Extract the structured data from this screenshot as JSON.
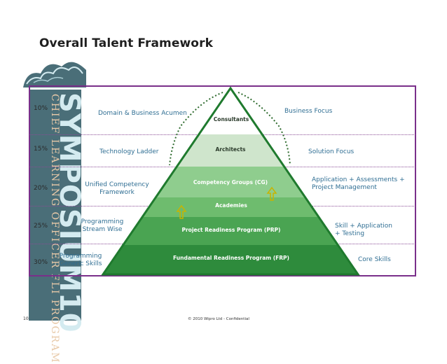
{
  "title": "Overall Talent Framework",
  "side_banner": {
    "small_text": "CHIEF LEARNING OFFICER  FLI PROGRAM",
    "big_text": "SYMPOSIUM10"
  },
  "rows": [
    {
      "percent": "10%",
      "left_label": "Domain & Business Acumen",
      "tier": "Consultants",
      "right_label": "Business Focus"
    },
    {
      "percent": "15%",
      "left_label": "Technology Ladder",
      "tier": "Architects",
      "right_label": "Solution Focus"
    },
    {
      "percent": "20%",
      "left_label": "Unified Competency Framework",
      "tier": "Competency Groups (CG)",
      "right_label": "Application + Assessments + Project Management"
    },
    {
      "percent": "25%",
      "left_label": "Programming Stream Wise",
      "tier": "Academies",
      "right_label": "Skill + Application + Testing"
    },
    {
      "percent": "30%",
      "left_label": "Programming Generic Skills",
      "tier": "Project Readiness Program (PRP)",
      "right_label": "Core Skills"
    }
  ],
  "base_tier": "Fundamental Readiness Program (FRP)",
  "footer": "© 2010 Wipro Ltd  -  Confidential",
  "page_number": "10",
  "colors": {
    "frame": "#7a2f8a",
    "label_blue": "#2f6e93",
    "pyramid_dark": "#2e8b3c"
  }
}
